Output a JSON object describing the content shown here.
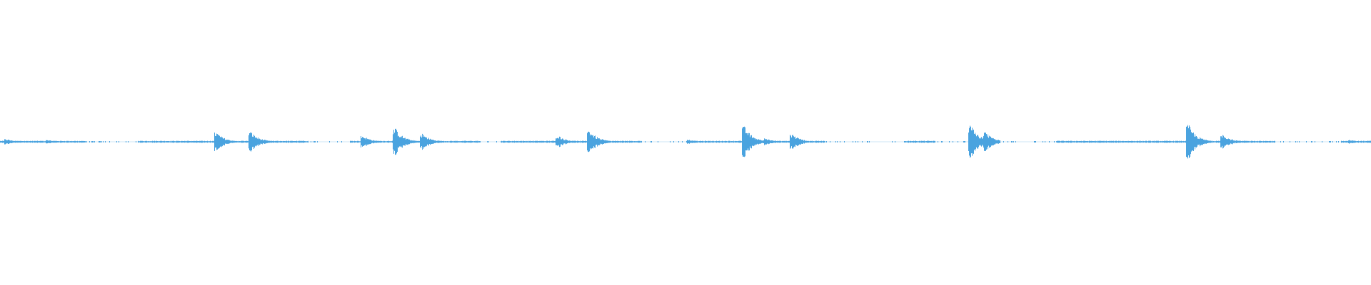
{
  "waveform": {
    "color": "#4aa3df",
    "background": "#ffffff",
    "bursts": [
      {
        "t": 0.005,
        "amp": 0.16
      },
      {
        "t": 0.035,
        "amp": 0.1
      },
      {
        "t": 0.158,
        "amp": 0.55
      },
      {
        "t": 0.183,
        "amp": 0.6
      },
      {
        "t": 0.265,
        "amp": 0.35
      },
      {
        "t": 0.288,
        "amp": 0.85
      },
      {
        "t": 0.308,
        "amp": 0.5
      },
      {
        "t": 0.407,
        "amp": 0.38
      },
      {
        "t": 0.43,
        "amp": 0.7
      },
      {
        "t": 0.503,
        "amp": 0.12
      },
      {
        "t": 0.543,
        "amp": 0.9
      },
      {
        "t": 0.559,
        "amp": 0.2
      },
      {
        "t": 0.578,
        "amp": 0.45
      },
      {
        "t": 0.708,
        "amp": 1.0
      },
      {
        "t": 0.719,
        "amp": 0.55
      },
      {
        "t": 0.867,
        "amp": 1.0
      },
      {
        "t": 0.892,
        "amp": 0.45
      },
      {
        "t": 0.985,
        "amp": 0.12
      }
    ],
    "gaps": [
      {
        "start": 0.062,
        "end": 0.1
      },
      {
        "start": 0.225,
        "end": 0.255
      },
      {
        "start": 0.35,
        "end": 0.365
      },
      {
        "start": 0.468,
        "end": 0.5
      },
      {
        "start": 0.602,
        "end": 0.66
      },
      {
        "start": 0.682,
        "end": 0.77
      },
      {
        "start": 0.93,
        "end": 0.978
      }
    ]
  }
}
